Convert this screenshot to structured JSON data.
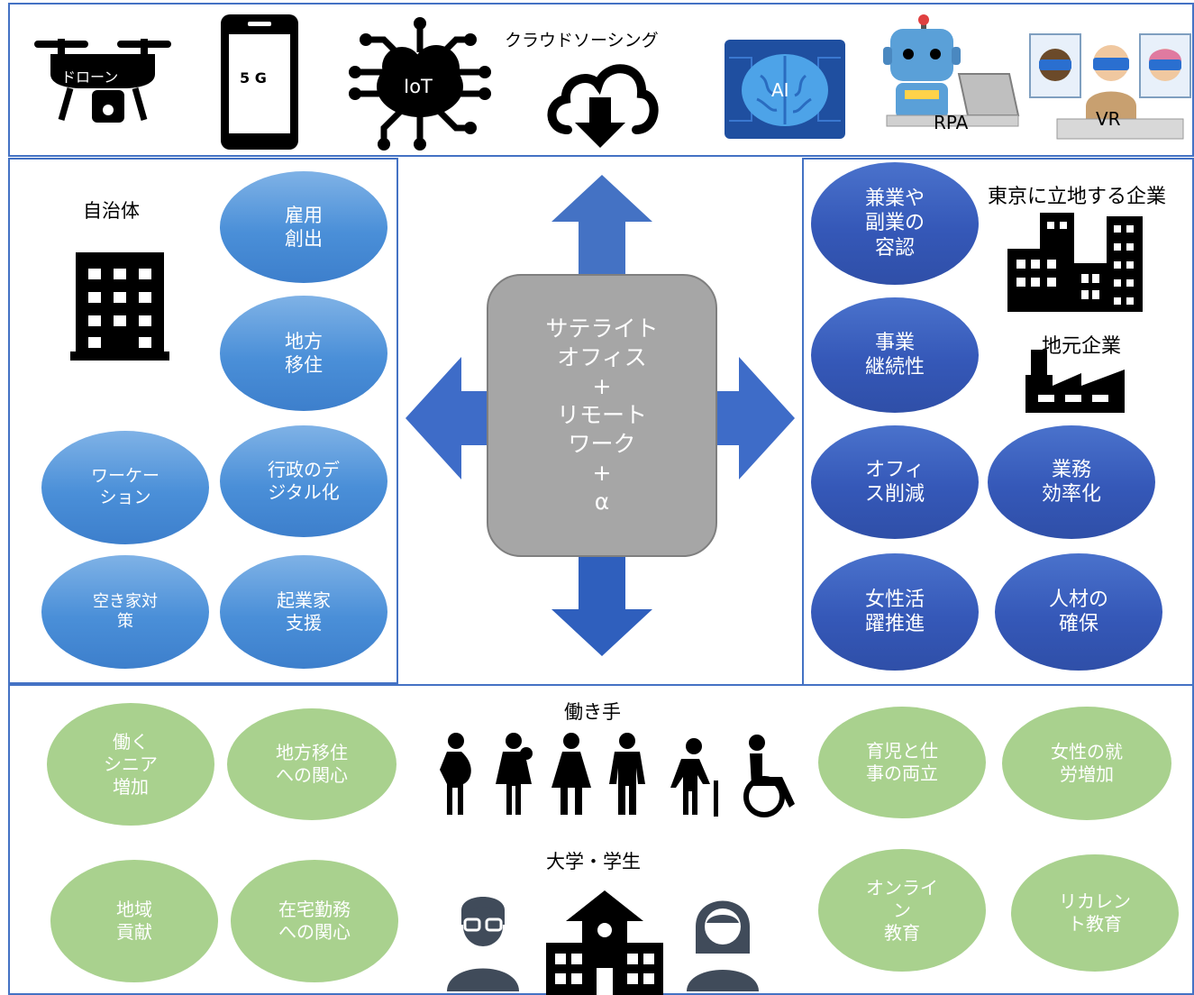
{
  "tech": {
    "drone_label": "ドローン",
    "fiveg_label": "5 G",
    "iot_label": "IoT",
    "crowd_label": "クラウドソーシング",
    "ai_label": "AI",
    "rpa_label": "RPA",
    "vr_label": "VR"
  },
  "center": {
    "text": "サテライト\nオフィス\n+\nリモート\nワーク\n+\nα"
  },
  "left": {
    "title": "自治体",
    "ovals": [
      "雇用\n創出",
      "地方\n移住",
      "ワーケー\nション",
      "行政のデ\nジタル化",
      "空き家対\n策",
      "起業家\n支援"
    ]
  },
  "right": {
    "tokyo_title": "東京に立地する企業",
    "local_title": "地元企業",
    "ovals": [
      "兼業や\n副業の\n容認",
      "事業\n継続性",
      "オフィ\nス削減",
      "業務\n効率化",
      "女性活\n躍推進",
      "人材の\n確保"
    ]
  },
  "bottom": {
    "workers_title": "働き手",
    "university_title": "大学・学生",
    "ovals": [
      "働く\nシニア\n増加",
      "地方移住\nへの関心",
      "育児と仕\n事の両立",
      "女性の就\n労増加",
      "地域\n貢献",
      "在宅勤務\nへの関心",
      "オンライ\nン\n教育",
      "リカレン\nト教育"
    ]
  },
  "colors": {
    "border": "#4472c4",
    "arrow": "#4472c4",
    "green": "#a9d18e",
    "gray_box": "#a6a6a6"
  }
}
